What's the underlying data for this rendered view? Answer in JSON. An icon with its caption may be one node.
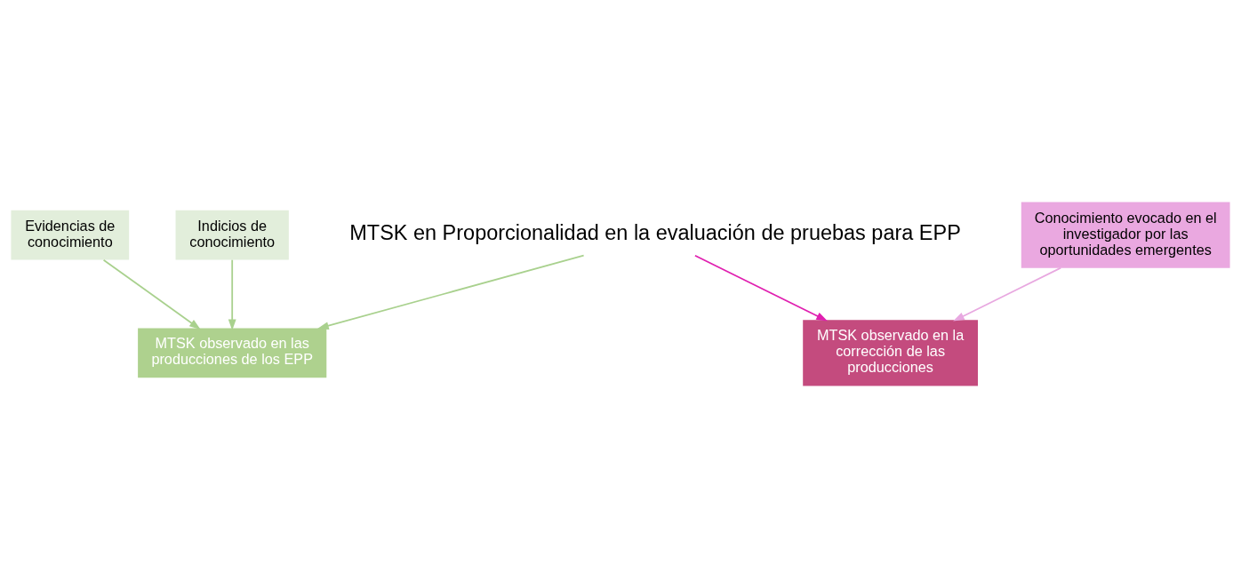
{
  "diagram": {
    "nodes": [
      {
        "text": [
          "MTSK en Proporcionalidad en la evaluación de pruebas para EPP"
        ]
      },
      {
        "text": [
          "MTSK observado en las producciones de los EPP"
        ]
      },
      {
        "text": [
          "MTSK observado en la corrección de las producciones"
        ]
      },
      {
        "text": [
          "Evidencias de conocimiento"
        ]
      },
      {
        "text": [
          "Indicios de conocimiento"
        ]
      },
      {
        "text": [
          "Conocimiento evocado en el investigador por las oportunidades emergentes"
        ]
      }
    ],
    "edges": [
      {
        "from": 0,
        "to": 1,
        "arrow": "to",
        "color": "#a9d18e"
      },
      {
        "from": 0,
        "to": 2,
        "arrow": "to",
        "color": "#e020b0"
      },
      {
        "from": 3,
        "to": 1,
        "arrow": "to",
        "color": "#a9d18e"
      },
      {
        "from": 4,
        "to": 1,
        "arrow": "to",
        "color": "#a9d18e"
      },
      {
        "from": 5,
        "to": 2,
        "arrow": "to",
        "color": "#e8a8e0"
      }
    ]
  }
}
